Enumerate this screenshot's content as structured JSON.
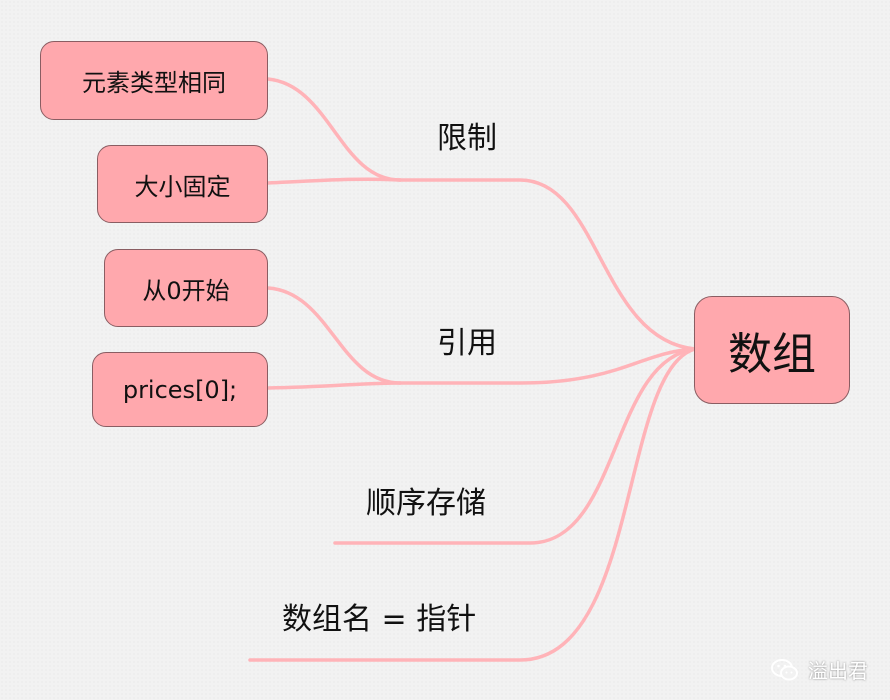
{
  "root": {
    "label": "数组"
  },
  "branches": [
    {
      "label": "限制",
      "children": [
        "元素类型相同",
        "大小固定"
      ]
    },
    {
      "label": "引用",
      "children": [
        "从0开始",
        "prices[0];"
      ]
    },
    {
      "label": "顺序存储",
      "children": []
    },
    {
      "label": "数组名 = 指针",
      "children": []
    }
  ],
  "watermark": {
    "text": "溢出君",
    "icon": "wechat-icon"
  },
  "colors": {
    "node_fill": "#ffa8ad",
    "node_border": "#8a5d62",
    "connector": "#ffb3b8",
    "background": "#f2f2f2"
  }
}
